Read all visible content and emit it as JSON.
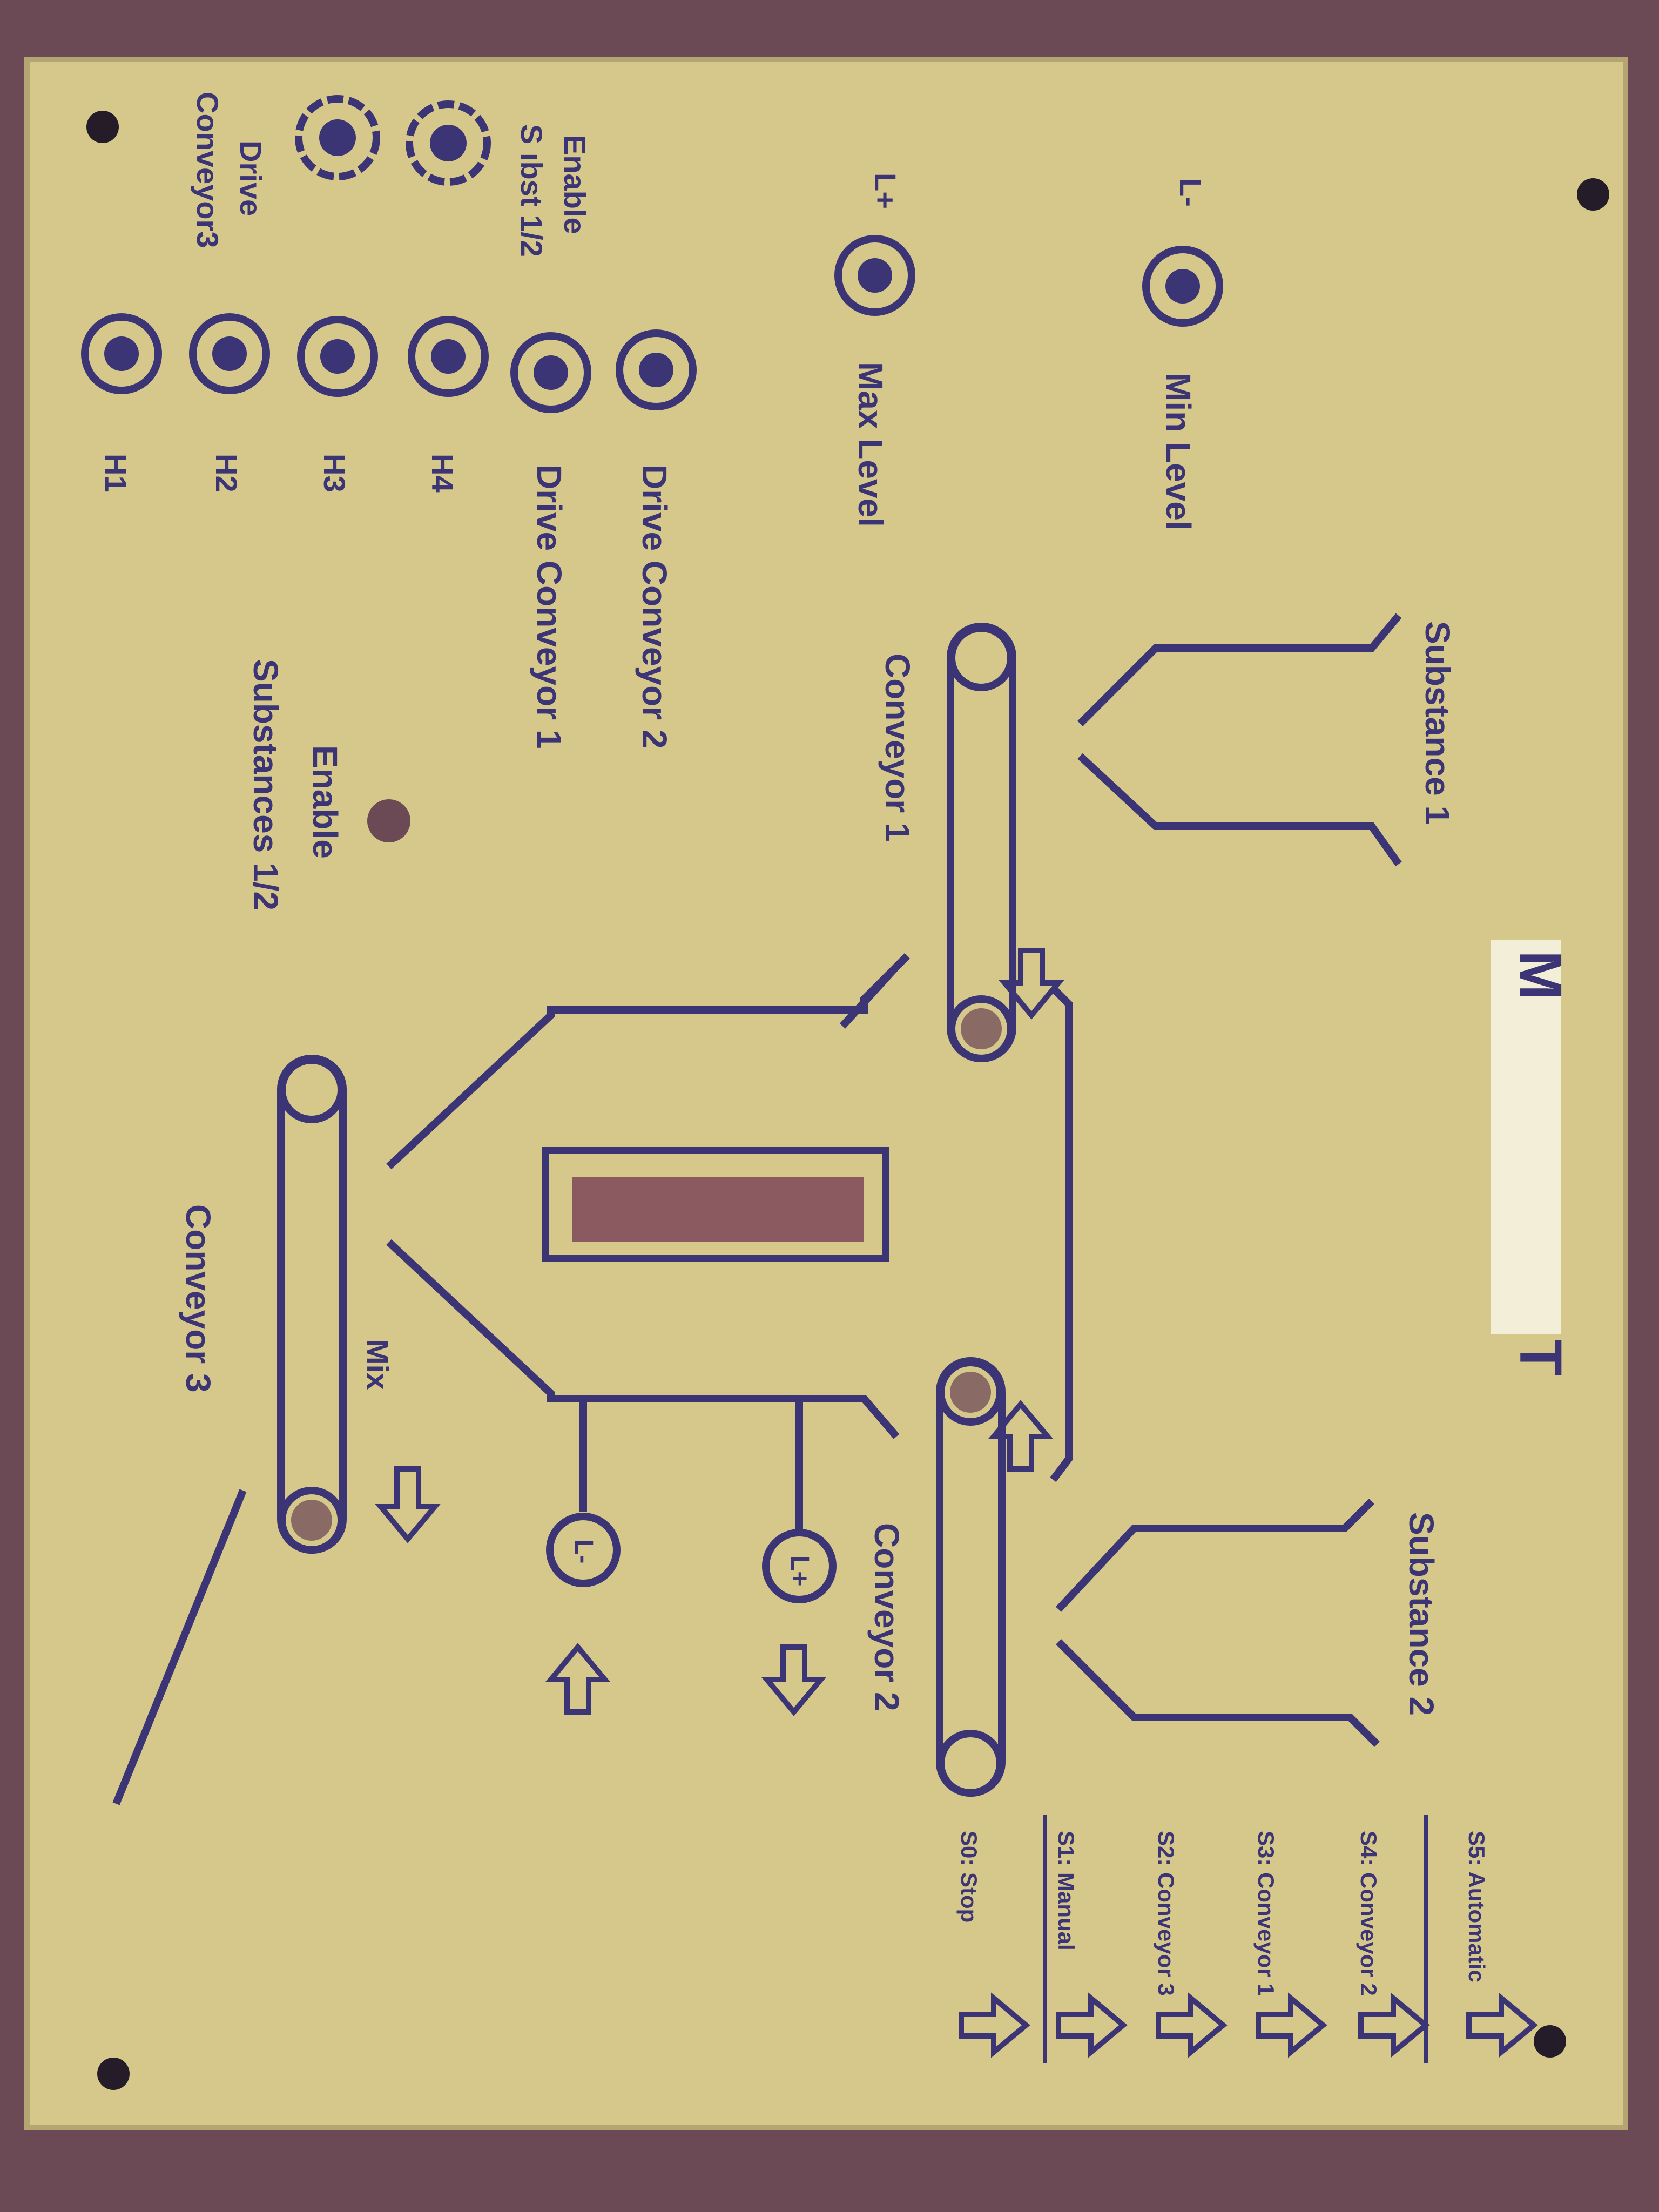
{
  "title": {
    "left": "M",
    "right": "T"
  },
  "top_labels": {
    "l_minus": "L-",
    "l_plus": "L+",
    "min_level": "Min Level",
    "max_level": "Max Level"
  },
  "left_labels": {
    "enable": "Enable",
    "s_ubst": "S ıbst 1/2",
    "drive": "Drive",
    "conveyor3": "Conveyor3"
  },
  "sockets": {
    "drive_conveyor_2": "Drive Conveyor 2",
    "drive_conveyor_1": "Drive Conveyor 1",
    "h4": "H4",
    "h3": "H3",
    "h2": "H2",
    "h1": "H1"
  },
  "diagram": {
    "substance_1": "Substance 1",
    "substance_2": "Substance 2",
    "conveyor_1": "Conveyor 1",
    "conveyor_2": "Conveyor 2",
    "conveyor_3": "Conveyor 3",
    "enable": "Enable",
    "substances_12": "Substances 1/2",
    "mix": "Mix",
    "tank_l_plus": "L+",
    "tank_l_minus": "L-"
  },
  "switches": {
    "s5": "S5: Automatic",
    "s4": "S4: Conveyor 2",
    "s3": "S3: Conveyor 1",
    "s2": "S2: Conveyor 3",
    "s1": "S1: Manual",
    "s0": "S0: Stop"
  },
  "colors": {
    "board": "#d8c98c",
    "ink": "#3c3575",
    "background": "#6b4a55",
    "sticker": "#f1edd6"
  }
}
